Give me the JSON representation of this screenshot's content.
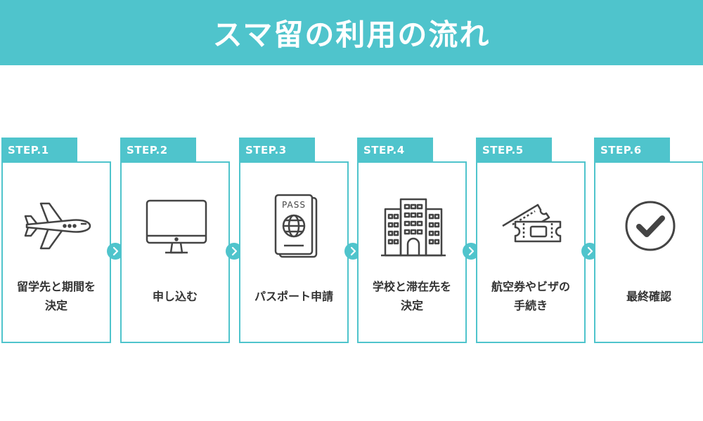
{
  "title": "スマ留の利用の流れ",
  "colors": {
    "accent": "#4fc4cc",
    "text": "#333333",
    "icon": "#444444"
  },
  "steps": [
    {
      "tab": "STEP.1",
      "label": "留学先と期間を\n決定",
      "icon": "airplane-icon"
    },
    {
      "tab": "STEP.2",
      "label": "申し込む",
      "icon": "monitor-icon"
    },
    {
      "tab": "STEP.3",
      "label": "パスポート申請",
      "icon": "passport-icon",
      "icon_text": "PASS"
    },
    {
      "tab": "STEP.4",
      "label": "学校と滞在先を\n決定",
      "icon": "building-icon"
    },
    {
      "tab": "STEP.5",
      "label": "航空券やビザの\n手続き",
      "icon": "ticket-icon"
    },
    {
      "tab": "STEP.6",
      "label": "最終確認",
      "icon": "checkmark-icon"
    }
  ]
}
